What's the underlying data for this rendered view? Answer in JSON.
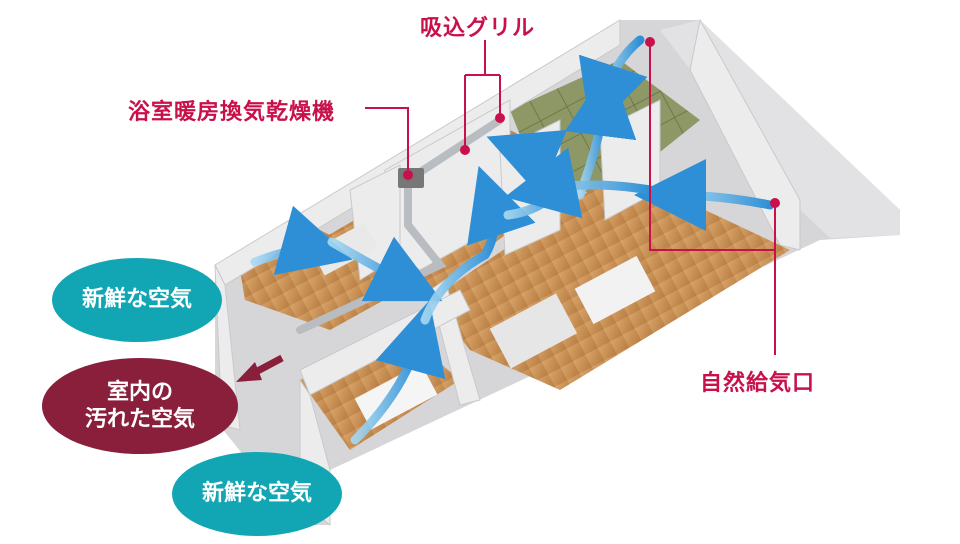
{
  "labels": {
    "intake_grille": "吸込グリル",
    "bathroom_dryer": "浴室暖房換気乾燥機",
    "natural_vent": "自然給気口"
  },
  "bubbles": {
    "fresh_air_top": "新鮮な空気",
    "dirty_air_line1": "室内の",
    "dirty_air_line2": "汚れた空気",
    "fresh_air_bottom": "新鮮な空気"
  },
  "colors": {
    "accent_red": "#c8104a",
    "fresh_teal": "#12a6b4",
    "dirty_maroon": "#8a1f3c",
    "airflow_blue": "#3a9ad9",
    "wall": "#e9e9ea",
    "floor_wood": "#c79255",
    "tatami": "#8a9462"
  }
}
